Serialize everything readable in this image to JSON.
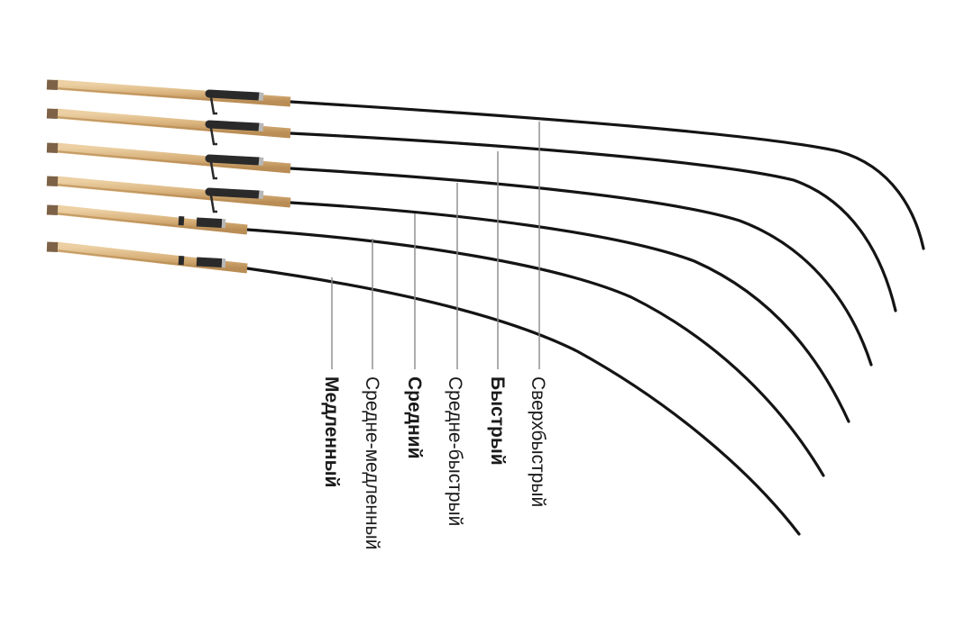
{
  "diagram": {
    "rods": [
      {
        "name": "Медленный",
        "bold": true
      },
      {
        "name": "Средне-медленный",
        "bold": false
      },
      {
        "name": "Средний",
        "bold": true
      },
      {
        "name": "Средне-быстрый",
        "bold": false
      },
      {
        "name": "Быстрый",
        "bold": true
      },
      {
        "name": "Сверхбыстрый",
        "bold": false
      }
    ]
  },
  "colors": {
    "cork": "#d9b27c",
    "cork_shadow": "#b98d55",
    "butt_cap": "#7d6247",
    "blank": "#141414",
    "reel_seat": "#2a2a2a",
    "leader_line": "#8a8a8a",
    "text": "#1a1a1a"
  }
}
